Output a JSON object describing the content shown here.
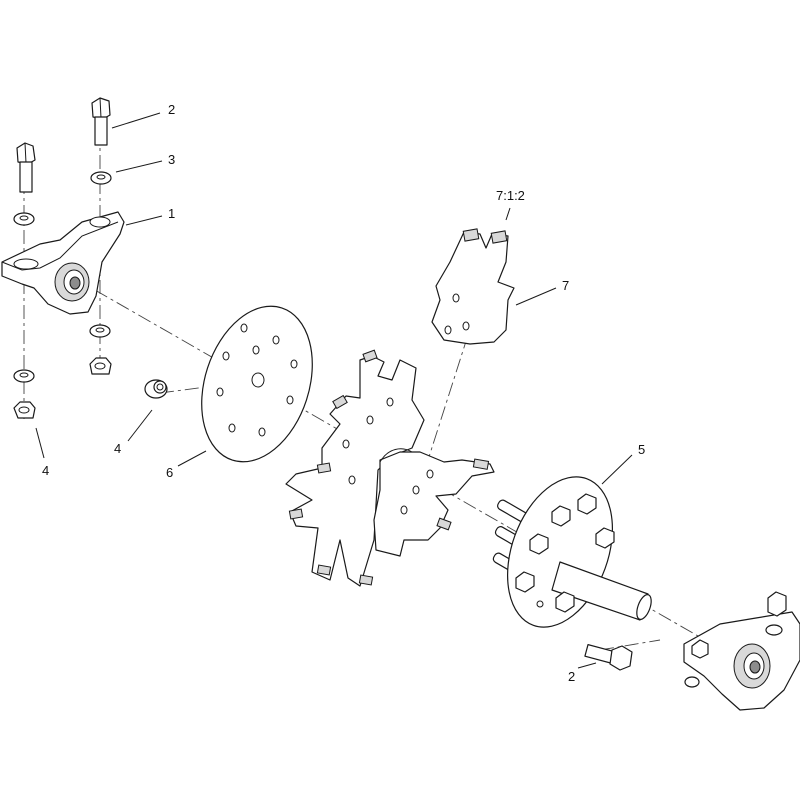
{
  "callouts": {
    "c1": "1",
    "c2_top": "2",
    "c2_bottom": "2",
    "c3": "3",
    "c4_left": "4",
    "c4_mid": "4",
    "c5": "5",
    "c6": "6",
    "c7": "7",
    "c712": "7:1:2"
  },
  "colors": {
    "line": "#1a1a1a",
    "shade": "#d9d9d9",
    "background": "#ffffff"
  }
}
